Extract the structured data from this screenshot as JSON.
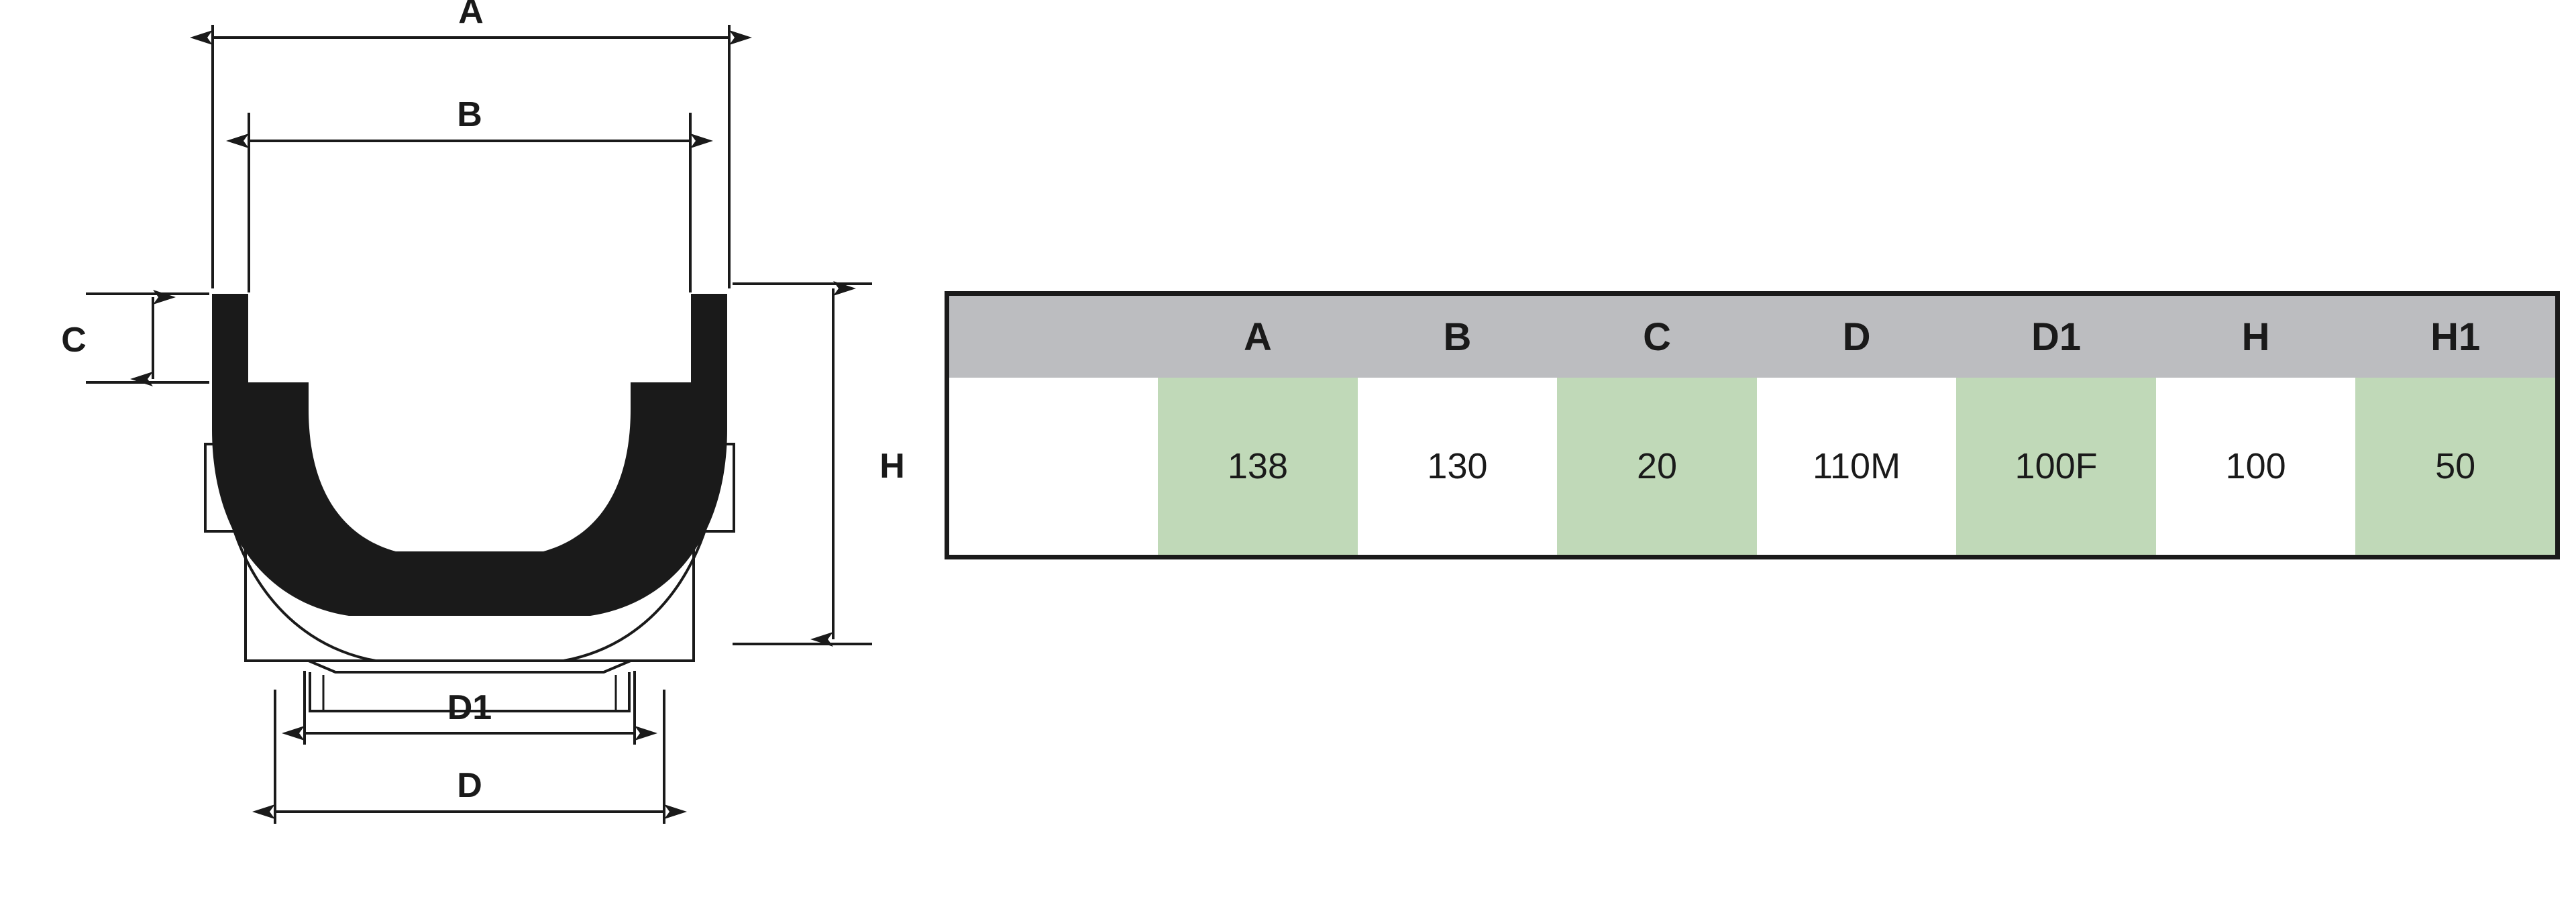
{
  "drawing": {
    "name": "drainage-channel-cross-section",
    "dimension_labels": {
      "a": "A",
      "b": "B",
      "c": "C",
      "d": "D",
      "d1": "D1",
      "h": "H"
    }
  },
  "table": {
    "headers": [
      "",
      "A",
      "B",
      "C",
      "D",
      "D1",
      "H",
      "H1"
    ],
    "rows": [
      {
        "label": "",
        "cells": [
          {
            "value": "138",
            "highlight": true
          },
          {
            "value": "130",
            "highlight": false
          },
          {
            "value": "20",
            "highlight": true
          },
          {
            "value": "110M",
            "highlight": false
          },
          {
            "value": "100F",
            "highlight": true
          },
          {
            "value": "100",
            "highlight": false
          },
          {
            "value": "50",
            "highlight": true
          }
        ]
      }
    ]
  },
  "colors": {
    "header_gray": "#bcbdc0",
    "highlight_green": "#c0d9b8",
    "line_black": "#1a1a1a",
    "background": "#ffffff"
  }
}
